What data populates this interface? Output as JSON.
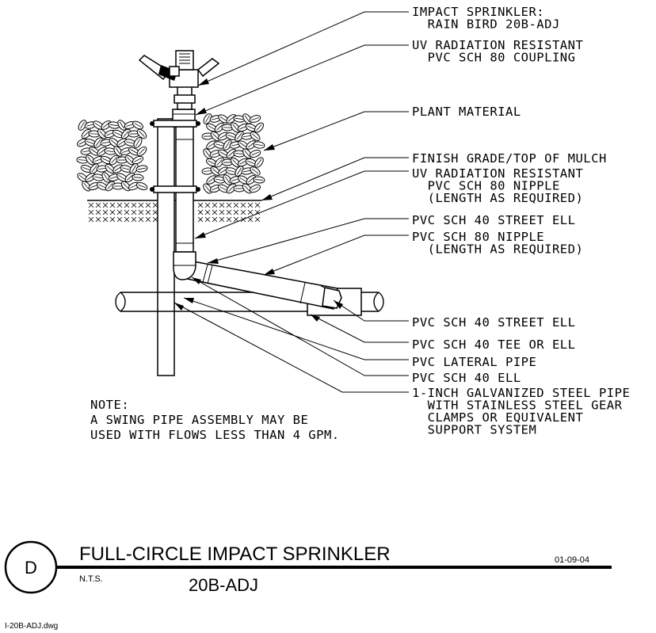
{
  "callouts": [
    [
      "IMPACT SPRINKLER:",
      "  RAIN BIRD 20B-ADJ"
    ],
    [
      "UV RADIATION RESISTANT",
      "  PVC SCH 80 COUPLING"
    ],
    [
      "PLANT MATERIAL"
    ],
    [
      "FINISH GRADE/TOP OF MULCH"
    ],
    [
      "UV RADIATION RESISTANT",
      "  PVC SCH 80 NIPPLE",
      "  (LENGTH AS REQUIRED)"
    ],
    [
      "PVC SCH 40 STREET ELL"
    ],
    [
      "PVC SCH 80 NIPPLE",
      "  (LENGTH AS REQUIRED)"
    ],
    [
      "PVC SCH 40 STREET ELL"
    ],
    [
      "PVC SCH 40 TEE OR ELL"
    ],
    [
      "PVC LATERAL PIPE"
    ],
    [
      "PVC SCH 40 ELL"
    ],
    [
      "1-INCH GALVANIZED STEEL PIPE",
      "  WITH STAINLESS STEEL GEAR",
      "  CLAMPS OR EQUIVALENT",
      "  SUPPORT SYSTEM"
    ]
  ],
  "note": {
    "heading": "NOTE:",
    "line1": "A SWING PIPE ASSEMBLY MAY BE",
    "line2": "USED WITH FLOWS LESS THAN 4 GPM."
  },
  "title_block": {
    "detail_letter": "D",
    "title": "FULL-CIRCLE IMPACT SPRINKLER",
    "date": "01-09-04",
    "scale": "N.T.S.",
    "model": "20B-ADJ"
  },
  "filename": "I-20B-ADJ.dwg"
}
